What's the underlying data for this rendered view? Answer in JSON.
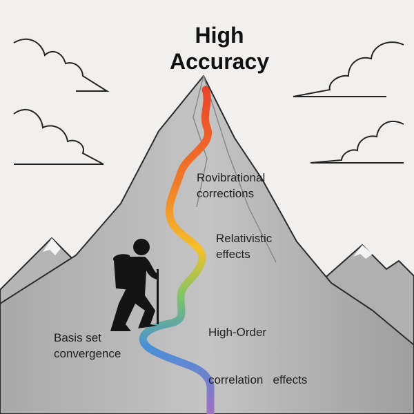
{
  "title": {
    "line1": "High",
    "line2": "Accuracy"
  },
  "labels": {
    "rovibrational": {
      "line1": "Rovibrational",
      "line2": "corrections"
    },
    "relativistic": {
      "line1": "Relativistic",
      "line2": "effects"
    },
    "high_order": {
      "line1": "High-Order",
      "line2": "correlation   effects"
    },
    "basis_set": {
      "line1": "Basis set",
      "line2": "convergence"
    }
  },
  "colors": {
    "background": "#f1f0ee",
    "mountain": "#b9b9b9",
    "path_top": "#e8402a",
    "path_mid": "#f5c02a",
    "path_green": "#7cc46a",
    "path_blue": "#4a8fd8",
    "path_bottom": "#a070c0"
  }
}
